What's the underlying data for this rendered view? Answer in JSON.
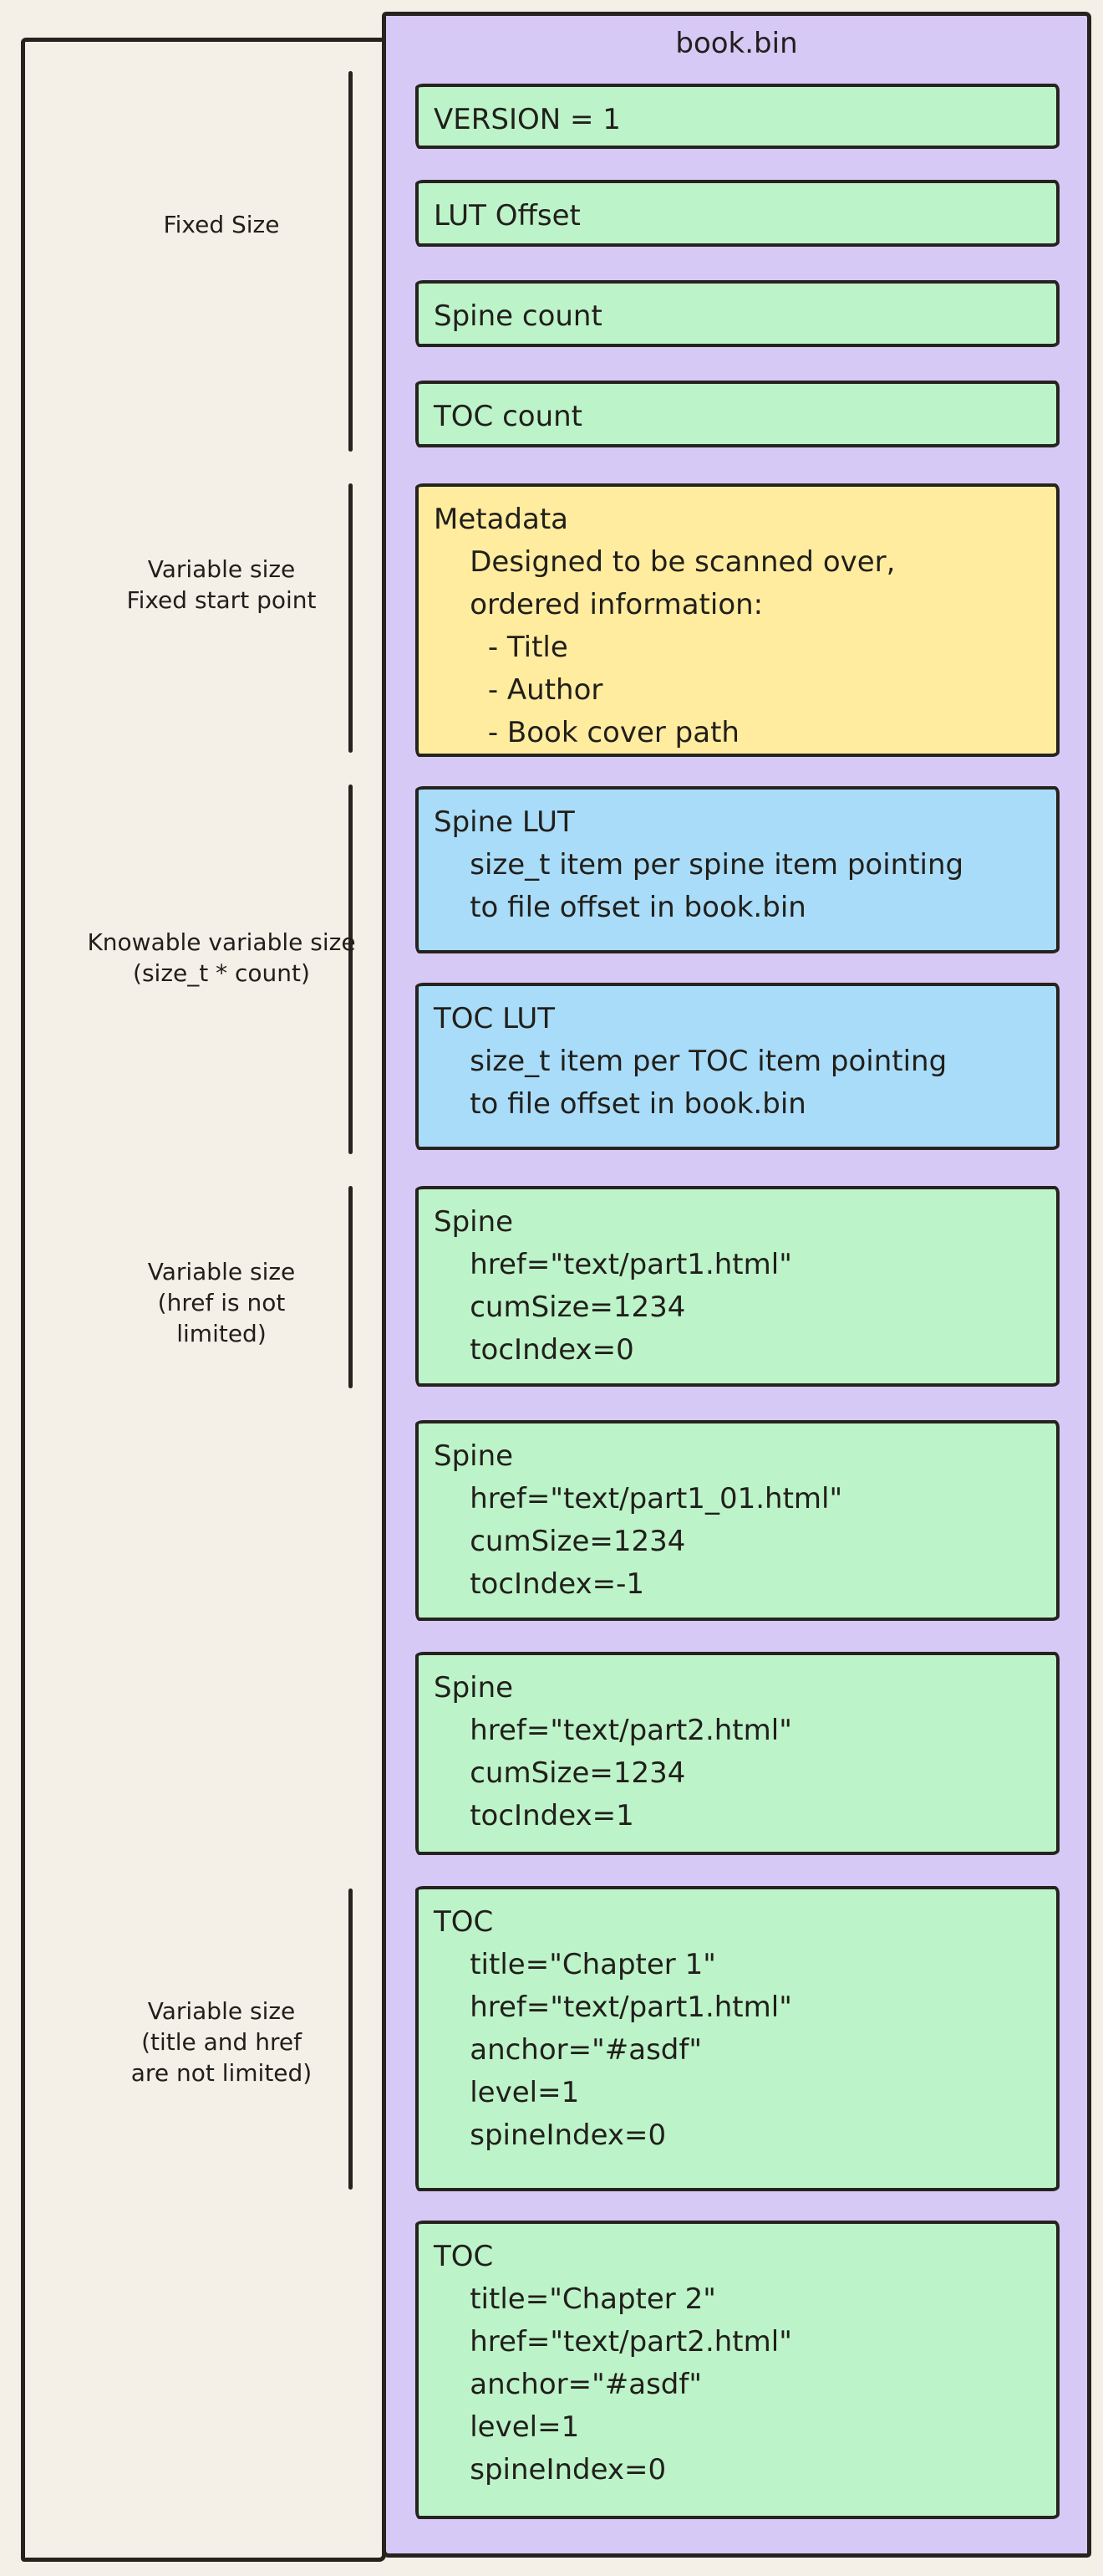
{
  "diagram": {
    "title": "book.bin",
    "colors": {
      "canvas_background": "#f4efe7",
      "container_purple": "#d6c9f6",
      "field_green": "#bdf3c9",
      "metadata_yellow": "#ffec9e",
      "lut_blue": "#a9dcf8",
      "stroke": "#26231e"
    },
    "sections": [
      {
        "id": "fixed-size",
        "label": "Fixed Size"
      },
      {
        "id": "metadata",
        "label": "Variable size\nFixed start point"
      },
      {
        "id": "luts",
        "label": "Knowable variable size\n(size_t * count)"
      },
      {
        "id": "spine",
        "label": "Variable size\n(href is not\nlimited)"
      },
      {
        "id": "toc",
        "label": "Variable size\n(title and href\nare not limited)"
      }
    ],
    "boxes": [
      {
        "name": "version",
        "text": "VERSION = 1"
      },
      {
        "name": "lut-offset",
        "text": "LUT Offset"
      },
      {
        "name": "spine-count",
        "text": "Spine count"
      },
      {
        "name": "toc-count",
        "text": "TOC count"
      },
      {
        "name": "metadata",
        "text": "Metadata\n    Designed to be scanned over,\n    ordered information:\n      - Title\n      - Author\n      - Book cover path"
      },
      {
        "name": "spine-lut",
        "text": "Spine LUT\n    size_t item per spine item pointing\n    to file offset in book.bin"
      },
      {
        "name": "toc-lut",
        "text": "TOC LUT\n    size_t item per TOC item pointing\n    to file offset in book.bin"
      },
      {
        "name": "spine-1",
        "text": "Spine\n    href=\"text/part1.html\"\n    cumSize=1234\n    tocIndex=0"
      },
      {
        "name": "spine-2",
        "text": "Spine\n    href=\"text/part1_01.html\"\n    cumSize=1234\n    tocIndex=-1"
      },
      {
        "name": "spine-3",
        "text": "Spine\n    href=\"text/part2.html\"\n    cumSize=1234\n    tocIndex=1"
      },
      {
        "name": "toc-1",
        "text": "TOC\n    title=\"Chapter 1\"\n    href=\"text/part1.html\"\n    anchor=\"#asdf\"\n    level=1\n    spineIndex=0"
      },
      {
        "name": "toc-2",
        "text": "TOC\n    title=\"Chapter 2\"\n    href=\"text/part2.html\"\n    anchor=\"#asdf\"\n    level=1\n    spineIndex=0"
      }
    ]
  }
}
